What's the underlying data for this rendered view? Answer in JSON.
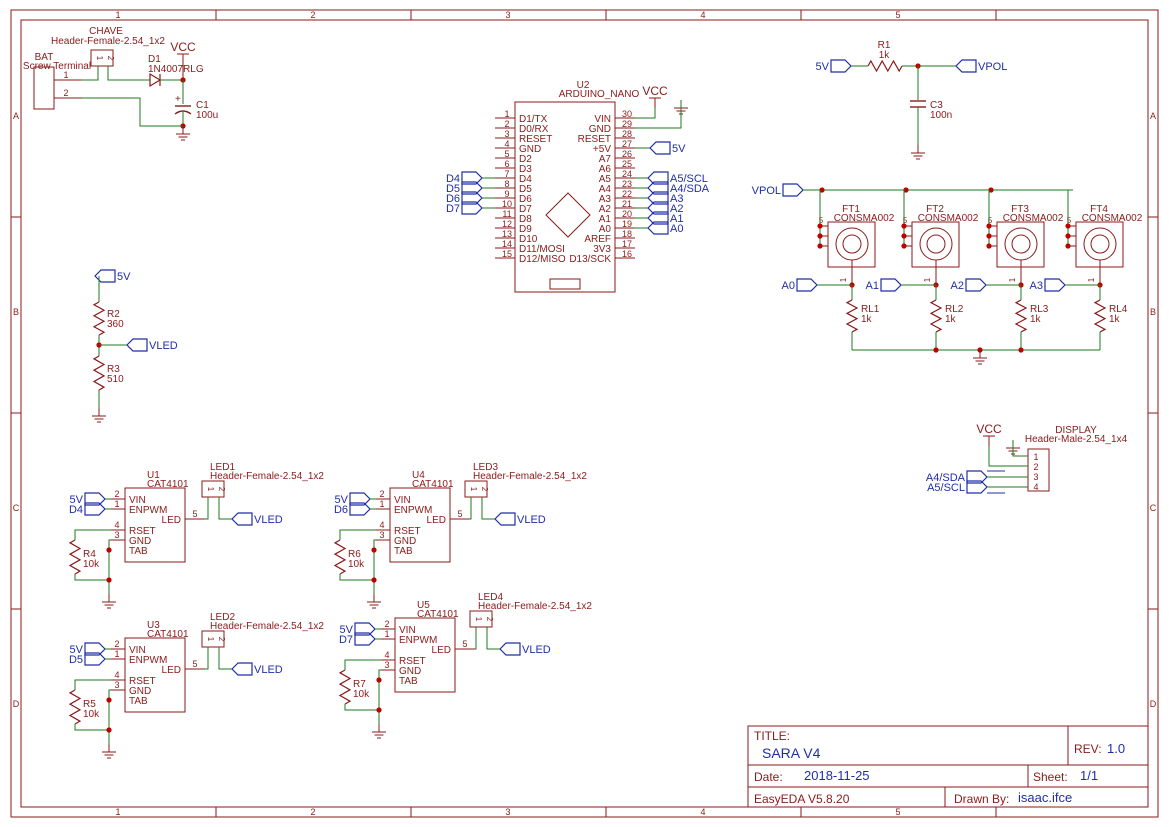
{
  "frame": {
    "columns": [
      "1",
      "2",
      "3",
      "4",
      "5"
    ],
    "rows": [
      "A",
      "B",
      "C",
      "D"
    ]
  },
  "colors": {
    "frame": "#8b1a1a",
    "wire": "#1d7a1d",
    "net": "#1f2ea8",
    "part": "#8b1a1a",
    "pin": "#8b1a1a",
    "junction": "#c00000"
  },
  "title_block": {
    "title_label": "TITLE:",
    "title": "SARA V4",
    "rev_label": "REV:",
    "rev": "1.0",
    "date_label": "Date:",
    "date": "2018-11-25",
    "sheet_label": "Sheet:",
    "sheet": "1/1",
    "tool": "EasyEDA V5.8.20",
    "drawn_label": "Drawn By:",
    "drawn_by": "isaac.ifce"
  },
  "power": {
    "bat": {
      "ref": "BAT",
      "value": "Screw Terminal",
      "pin1": "1",
      "pin2": "2"
    },
    "chave": {
      "ref": "CHAVE",
      "value": "Header-Female-2.54_1x2",
      "pin1": "1",
      "pin2": "2"
    },
    "vcc": "VCC",
    "d1": {
      "ref": "D1",
      "value": "1N4007RLG"
    },
    "c1": {
      "ref": "C1",
      "value": "100u"
    }
  },
  "arduino": {
    "ref": "U2",
    "value": "ARDUINO_NANO",
    "left_pins": [
      {
        "num": "1",
        "name": "D1/TX"
      },
      {
        "num": "2",
        "name": "D0/RX"
      },
      {
        "num": "3",
        "name": "RESET"
      },
      {
        "num": "4",
        "name": "GND"
      },
      {
        "num": "5",
        "name": "D2"
      },
      {
        "num": "6",
        "name": "D3"
      },
      {
        "num": "7",
        "name": "D4"
      },
      {
        "num": "8",
        "name": "D5"
      },
      {
        "num": "9",
        "name": "D6"
      },
      {
        "num": "10",
        "name": "D7"
      },
      {
        "num": "11",
        "name": "D8"
      },
      {
        "num": "12",
        "name": "D9"
      },
      {
        "num": "13",
        "name": "D10"
      },
      {
        "num": "14",
        "name": "D11/MOSI"
      },
      {
        "num": "15",
        "name": "D12/MISO"
      }
    ],
    "right_pins": [
      {
        "num": "30",
        "name": "VIN"
      },
      {
        "num": "29",
        "name": "GND"
      },
      {
        "num": "28",
        "name": "RESET"
      },
      {
        "num": "27",
        "name": "+5V"
      },
      {
        "num": "26",
        "name": "A7"
      },
      {
        "num": "25",
        "name": "A6"
      },
      {
        "num": "24",
        "name": "A5"
      },
      {
        "num": "23",
        "name": "A4"
      },
      {
        "num": "22",
        "name": "A3"
      },
      {
        "num": "21",
        "name": "A2"
      },
      {
        "num": "20",
        "name": "A1"
      },
      {
        "num": "19",
        "name": "A0"
      },
      {
        "num": "18",
        "name": "AREF"
      },
      {
        "num": "17",
        "name": "3V3"
      },
      {
        "num": "16",
        "name": "D13/SCK"
      }
    ],
    "left_nets": [
      "D4",
      "D5",
      "D6",
      "D7"
    ],
    "right_nets": [
      "A5/SCL",
      "A4/SDA",
      "A3",
      "A2",
      "A1",
      "A0"
    ],
    "vcc": "VCC",
    "net_5v": "5V"
  },
  "vpol": {
    "r1": {
      "ref": "R1",
      "value": "1k"
    },
    "c3": {
      "ref": "C3",
      "value": "100n"
    },
    "net_in": "5V",
    "net_out": "VPOL"
  },
  "vled": {
    "net_in": "5V",
    "net_out": "VLED",
    "r2": {
      "ref": "R2",
      "value": "360"
    },
    "r3": {
      "ref": "R3",
      "value": "510"
    }
  },
  "sensors": {
    "net_vpol": "VPOL",
    "items": [
      {
        "ref": "FT1",
        "value": "CONSMA002",
        "load_ref": "RL1",
        "load_value": "1k",
        "net": "A0"
      },
      {
        "ref": "FT2",
        "value": "CONSMA002",
        "load_ref": "RL2",
        "load_value": "1k",
        "net": "A1"
      },
      {
        "ref": "FT3",
        "value": "CONSMA002",
        "load_ref": "RL3",
        "load_value": "1k",
        "net": "A2"
      },
      {
        "ref": "FT4",
        "value": "CONSMA002",
        "load_ref": "RL4",
        "load_value": "1k",
        "net": "A3"
      }
    ],
    "pin_num": "1",
    "pin_side": "5"
  },
  "display": {
    "ref": "DISPLAY",
    "value": "Header-Male-2.54_1x4",
    "vcc": "VCC",
    "pins": [
      "1",
      "2",
      "3",
      "4"
    ],
    "nets": [
      "A4/SDA",
      "A5/SCL"
    ]
  },
  "drivers": {
    "pin_names": {
      "vin": "VIN",
      "enpwm": "ENPWM",
      "rset": "RSET",
      "gnd": "GND",
      "tab": "TAB",
      "led": "LED"
    },
    "pin_nums": {
      "vin": "2",
      "enpwm": "1",
      "rset": "4",
      "gnd": "3",
      "led": "5"
    },
    "header_pins": [
      "1",
      "2"
    ],
    "items": [
      {
        "ref": "U1",
        "value": "CAT4101",
        "led_ref": "LED1",
        "led_value": "Header-Female-2.54_1x2",
        "res_ref": "R4",
        "res_value": "10k",
        "net_in": "5V",
        "net_en": "D4",
        "net_out": "VLED"
      },
      {
        "ref": "U4",
        "value": "CAT4101",
        "led_ref": "LED3",
        "led_value": "Header-Female-2.54_1x2",
        "res_ref": "R6",
        "res_value": "10k",
        "net_in": "5V",
        "net_en": "D6",
        "net_out": "VLED"
      },
      {
        "ref": "U3",
        "value": "CAT4101",
        "led_ref": "LED2",
        "led_value": "Header-Female-2.54_1x2",
        "res_ref": "R5",
        "res_value": "10k",
        "net_in": "5V",
        "net_en": "D5",
        "net_out": "VLED"
      },
      {
        "ref": "U5",
        "value": "CAT4101",
        "led_ref": "LED4",
        "led_value": "Header-Female-2.54_1x2",
        "res_ref": "R7",
        "res_value": "10k",
        "net_in": "5V",
        "net_en": "D7",
        "net_out": "VLED"
      }
    ]
  }
}
